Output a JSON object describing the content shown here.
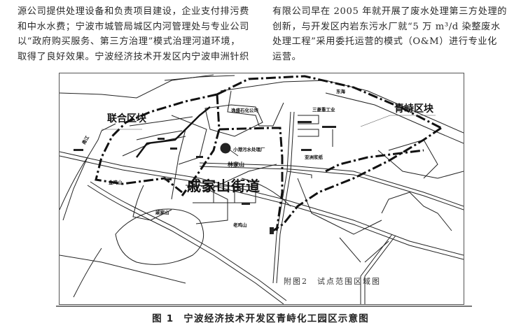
{
  "article": {
    "left_column": [
      "源公司提供处理设备和负责项目建设，企业支付排污费",
      "和中水水费；宁波市城管局城区内河管理处与专业公司",
      "以“政府购买服务、第三方治理”模式治理河道环境，",
      "取得了良好效果。宁波经济技术开发区内宁波申洲针织"
    ],
    "right_column": [
      "有限公司早在 2005 年就开展了废水处理第三方处理的",
      "创新，与开发区内岩东污水厂就“5 万 m³/d 染整废水",
      "处理工程”采用委托运营的模式（O&M）进行专业化",
      "运营。"
    ]
  },
  "map": {
    "labels": {
      "lianhe_block": "联合区块",
      "qingshi_block": "青峙区块",
      "qijiashan_street": "戚家山街道",
      "linjiashan": "林家山",
      "qijiashan": "戚家山",
      "jinjishan": "金鸡山",
      "laojishan": "老鸡山",
      "xiaogang_plant": "小港污水处理厂",
      "petrochem_company": "逸盛石化公司",
      "sanling_industry": "三菱重工业",
      "yazhou_paper": "亚洲浆纸",
      "donghai": "东海",
      "yongjiang": "甬江"
    },
    "inset_caption": "附图2　试点范围区域图"
  },
  "figure": {
    "number": "图 1",
    "title": "宁波经济技术开发区青峙化工园区示意图"
  }
}
